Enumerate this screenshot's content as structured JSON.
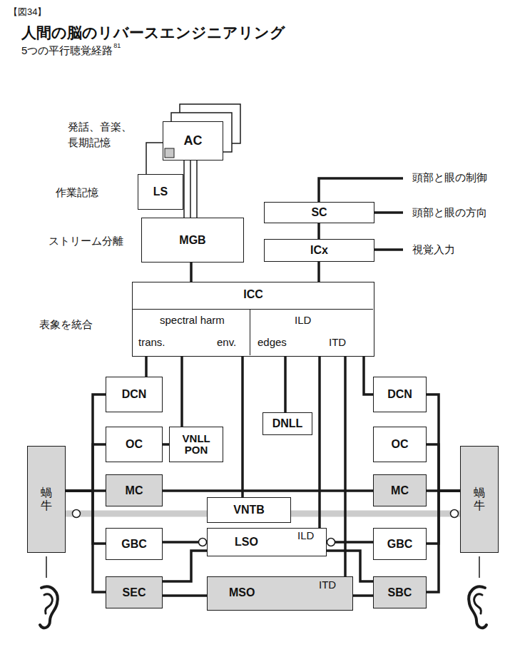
{
  "diagram": {
    "title": "人間の脳のリバースエンジニアリング",
    "caption": "5つの平行聴覚経路",
    "nodes": [
      {
        "text": [
          "AC"
        ]
      },
      {
        "text": [
          "LS"
        ]
      },
      {
        "text": [
          "MGB"
        ]
      },
      {
        "text": [
          "SC"
        ]
      },
      {
        "text": [
          "ICx"
        ]
      },
      {
        "text": [
          "ICC"
        ]
      },
      {
        "text": [
          "spectral harm",
          "trans.",
          "env."
        ],
        "in": 5
      },
      {
        "text": [
          "ILD",
          "edges",
          "ITD"
        ],
        "in": 5
      },
      {
        "text": [
          "DCN"
        ]
      },
      {
        "text": [
          "DCN"
        ]
      },
      {
        "text": [
          "DNLL"
        ]
      },
      {
        "text": [
          "OC"
        ]
      },
      {
        "text": [
          "VNLL PON"
        ]
      },
      {
        "text": [
          "OC"
        ]
      },
      {
        "text": [
          "蝸牛"
        ]
      },
      {
        "text": [
          "MC"
        ]
      },
      {
        "text": [
          "MC"
        ]
      },
      {
        "text": [
          "蝸牛"
        ]
      },
      {
        "text": [
          "VNTB"
        ]
      },
      {
        "text": [
          "GBC"
        ]
      },
      {
        "text": [
          "LSO",
          "ILD"
        ]
      },
      {
        "text": [
          "GBC"
        ]
      },
      {
        "text": [
          "SEC"
        ]
      },
      {
        "text": [
          "MSO",
          "ITD"
        ]
      },
      {
        "text": [
          "SBC"
        ]
      }
    ],
    "edges": [
      {
        "from": 2,
        "to": 0,
        "arrow": "none"
      },
      {
        "from": 2,
        "to": 0,
        "arrow": "none"
      },
      {
        "from": 2,
        "to": 0,
        "arrow": "none"
      },
      {
        "from": 1,
        "to": 0,
        "arrow": "none"
      },
      {
        "from": 3,
        "to": 4,
        "arrow": "none"
      },
      {
        "from": 2,
        "to": 5,
        "arrow": "none"
      },
      {
        "from": 4,
        "to": 5,
        "arrow": "none"
      },
      {
        "from": 14,
        "to": 8,
        "arrow": "none"
      },
      {
        "from": 14,
        "to": 11,
        "arrow": "none"
      },
      {
        "from": 14,
        "to": 15,
        "arrow": "none"
      },
      {
        "from": 14,
        "to": 19,
        "arrow": "none"
      },
      {
        "from": 14,
        "to": 22,
        "arrow": "none"
      },
      {
        "from": 17,
        "to": 9,
        "arrow": "none"
      },
      {
        "from": 17,
        "to": 13,
        "arrow": "none"
      },
      {
        "from": 17,
        "to": 16,
        "arrow": "none"
      },
      {
        "from": 17,
        "to": 21,
        "arrow": "none"
      },
      {
        "from": 17,
        "to": 24,
        "arrow": "none"
      },
      {
        "from": 8,
        "to": 6,
        "arrow": "none"
      },
      {
        "from": 9,
        "to": 7,
        "arrow": "none"
      },
      {
        "from": 11,
        "to": 12,
        "arrow": "none"
      },
      {
        "from": 12,
        "to": 6,
        "arrow": "none"
      },
      {
        "from": 18,
        "to": 6,
        "arrow": "none"
      },
      {
        "from": 10,
        "to": 7,
        "arrow": "none"
      },
      {
        "from": 20,
        "to": 7,
        "arrow": "none"
      },
      {
        "from": 23,
        "to": 7,
        "arrow": "none"
      },
      {
        "from": 19,
        "to": 20,
        "arrow": "none"
      },
      {
        "from": 21,
        "to": 20,
        "arrow": "none"
      },
      {
        "from": 22,
        "to": 23,
        "arrow": "none"
      },
      {
        "from": 24,
        "to": 23,
        "arrow": "none"
      },
      {
        "from": 22,
        "to": 20,
        "arrow": "none"
      },
      {
        "from": 24,
        "to": 20,
        "arrow": "none"
      },
      {
        "from": 18,
        "to": 14,
        "arrow": "none"
      },
      {
        "from": 18,
        "to": 17,
        "arrow": "none"
      },
      {
        "from": 15,
        "to": 16,
        "arrow": "none"
      }
    ],
    "labels": [
      "【図34】",
      "81",
      "発話、音楽、 長期記憶",
      "作業記憶",
      "ストリーム分離",
      "表象を統合",
      "頭部と眼の制御",
      "頭部と眼の方向",
      "視覚入力"
    ]
  }
}
